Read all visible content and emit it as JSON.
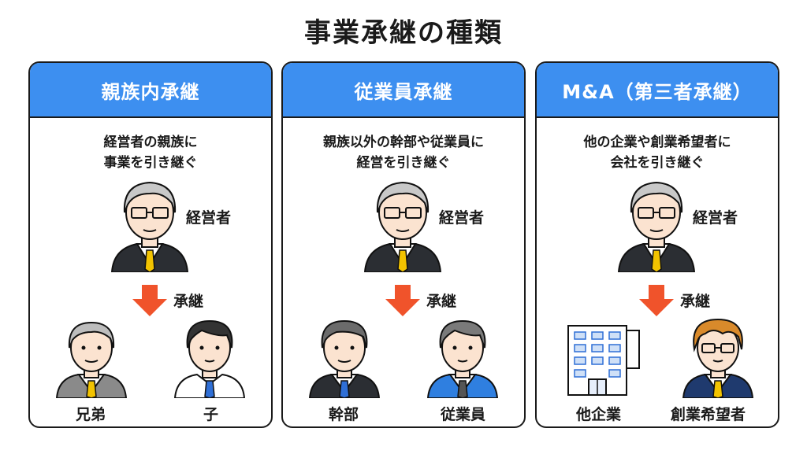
{
  "title": "事業承継の種類",
  "colors": {
    "header_blue": "#3d8ff0",
    "arrow_red": "#f0532b",
    "tie_yellow": "#f2c300"
  },
  "cards": [
    {
      "header": "親族内承継",
      "desc": [
        "経営者の親族に",
        "事業を引き継ぐ"
      ],
      "top_label": "経営者",
      "arrow_label": "承継",
      "successors": [
        "兄弟",
        "子"
      ]
    },
    {
      "header": "従業員承継",
      "desc": [
        "親族以外の幹部や従業員に",
        "経営を引き継ぐ"
      ],
      "top_label": "経営者",
      "arrow_label": "承継",
      "successors": [
        "幹部",
        "従業員"
      ]
    },
    {
      "header": "M&A（第三者承継）",
      "desc": [
        "他の企業や創業希望者に",
        "会社を引き継ぐ"
      ],
      "top_label": "経営者",
      "arrow_label": "承継",
      "successors": [
        "他企業",
        "創業希望者"
      ]
    }
  ]
}
